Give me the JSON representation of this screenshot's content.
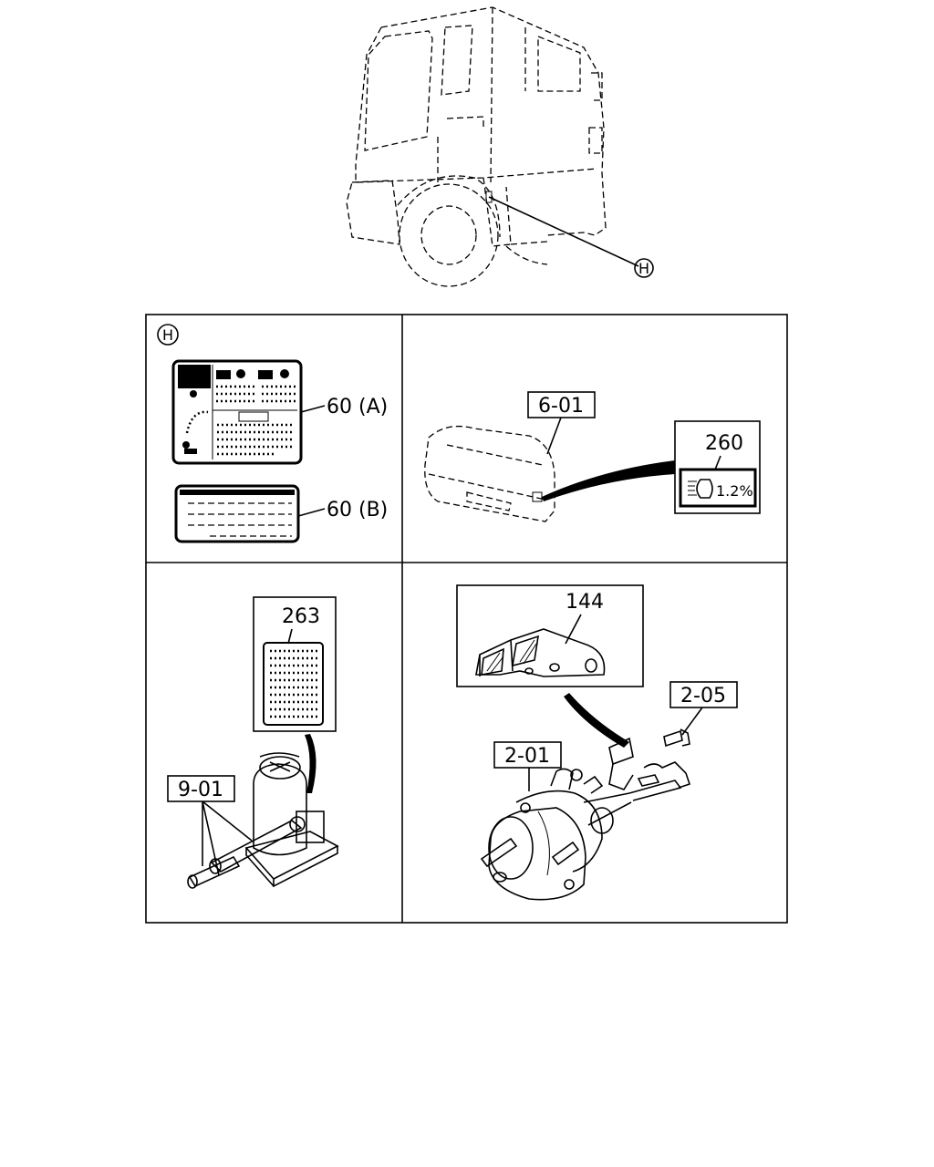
{
  "callouts": {
    "h_marker": "H",
    "panel1_h": "H",
    "label_60a": "60 (A)",
    "label_60b": "60 (B)",
    "label_6_01": "6-01",
    "label_260": "260",
    "headlamp_text": "1.2%",
    "label_263": "263",
    "label_9_01": "9-01",
    "label_144": "144",
    "label_2_05": "2-05",
    "label_2_01": "2-01"
  },
  "icons": [
    "headlamp-icon"
  ],
  "colors": {
    "line": "#000000",
    "background": "#ffffff"
  }
}
